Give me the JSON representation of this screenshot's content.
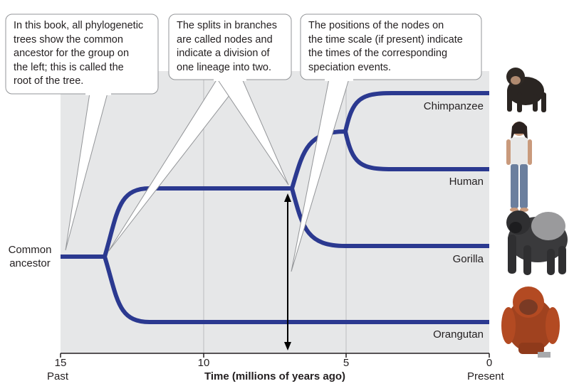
{
  "callouts": [
    {
      "id": "root",
      "text": "In this book, all phylogenetic\ntrees show the common\nancestor for the group on\nthe left; this is called the\nroot of the tree."
    },
    {
      "id": "nodes",
      "text": "The splits in branches\nare called nodes and\nindicate a division of\none lineage into two."
    },
    {
      "id": "timescale",
      "text": "The positions of the nodes on\nthe time scale (if present) indicate\nthe times of the corresponding\nspeciation events."
    }
  ],
  "root_label": "Common\nancestor",
  "leaves": [
    {
      "name": "Chimpanzee",
      "icon": "chimpanzee-icon"
    },
    {
      "name": "Human",
      "icon": "human-icon"
    },
    {
      "name": "Gorilla",
      "icon": "gorilla-icon"
    },
    {
      "name": "Orangutan",
      "icon": "orangutan-icon"
    }
  ],
  "axis": {
    "title": "Time (millions of years ago)",
    "ticks": [
      15,
      10,
      5,
      0
    ],
    "left_label": "Past",
    "right_label": "Present",
    "range": [
      15,
      0
    ]
  },
  "colors": {
    "branch": "#2b3990",
    "panel": "#e6e7e8",
    "gridline": "#bcbec0",
    "callout_border": "#939598"
  }
}
